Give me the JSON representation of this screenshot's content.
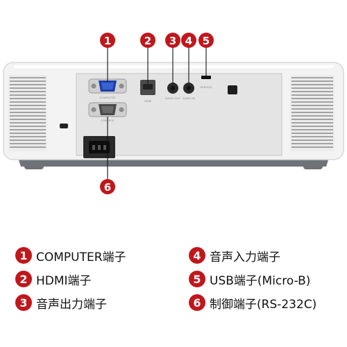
{
  "callouts": [
    "1",
    "2",
    "3",
    "4",
    "5",
    "6"
  ],
  "port_labels": {
    "computer": "COMPUTER",
    "hdmi": "HDMI",
    "audio_out": "AUDIO OUT",
    "audio_in": "AUDIO IN",
    "service": "SERVICE",
    "control": "CONTROL"
  },
  "legend": [
    {
      "num": "1",
      "label": "COMPUTER端子"
    },
    {
      "num": "2",
      "label": "HDMI端子"
    },
    {
      "num": "3",
      "label": "音声出力端子"
    },
    {
      "num": "4",
      "label": "音声入力端子"
    },
    {
      "num": "5",
      "label": "USB端子(Micro-B)"
    },
    {
      "num": "6",
      "label": "制御端子(RS-232C)"
    }
  ],
  "colors": {
    "badge": "#c0171c",
    "body": "#f3f3f3",
    "panel": "#e4e4e4",
    "base": "#6e727b"
  }
}
